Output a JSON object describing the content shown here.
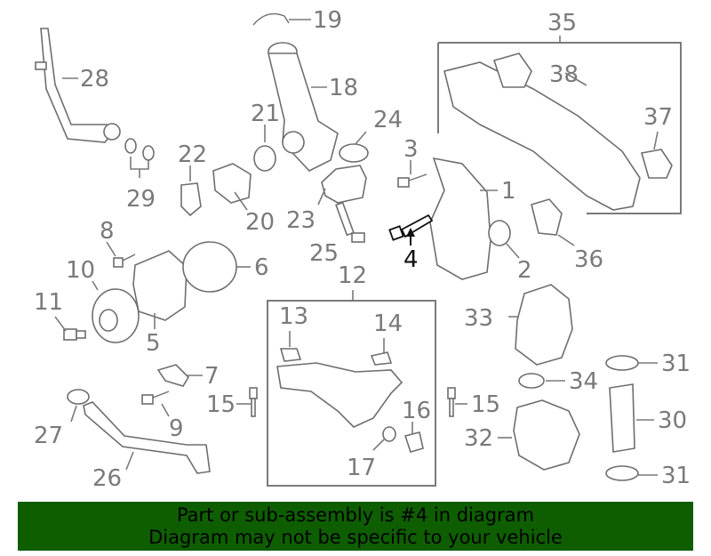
{
  "callouts": {
    "c1": "1",
    "c2": "2",
    "c3": "3",
    "c4": "4",
    "c5": "5",
    "c6": "6",
    "c7": "7",
    "c8": "8",
    "c9": "9",
    "c10": "10",
    "c11": "11",
    "c12": "12",
    "c13": "13",
    "c14": "14",
    "c15a": "15",
    "c15b": "15",
    "c16": "16",
    "c17": "17",
    "c18": "18",
    "c19": "19",
    "c20": "20",
    "c21": "21",
    "c22": "22",
    "c23": "23",
    "c24": "24",
    "c25": "25",
    "c26": "26",
    "c27": "27",
    "c28": "28",
    "c29": "29",
    "c30": "30",
    "c31a": "31",
    "c31b": "31",
    "c32": "32",
    "c33": "33",
    "c34": "34",
    "c35": "35",
    "c36": "36",
    "c37": "37",
    "c38": "38"
  },
  "highlighted_part": "4",
  "colors": {
    "banner_background": "#0e5e00",
    "callout_gray": "#7a7a7a",
    "highlight": "#111111"
  },
  "banner": {
    "line1": "Part or sub-assembly is #4 in diagram",
    "line2": "Diagram may not be specific to your vehicle"
  }
}
